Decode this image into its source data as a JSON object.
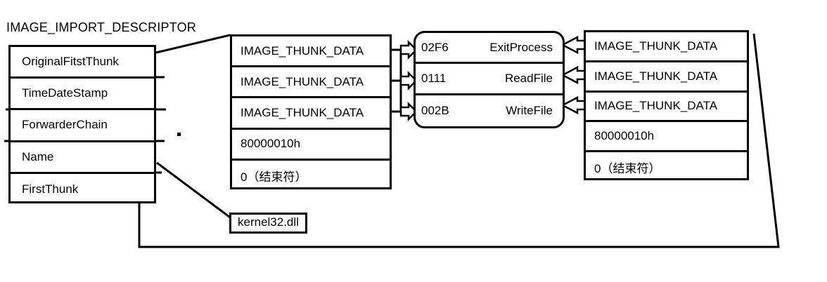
{
  "diagram": {
    "title": "IMAGE_IMPORT_DESCRIPTOR",
    "dll_label": "kernel32.dll",
    "stroke_color": "#000000",
    "background_color": "#ffffff"
  },
  "import_descriptor": {
    "name": "IMAGE_IMPORT_DESCRIPTOR",
    "fields": [
      {
        "label": "OriginalFitstThunk"
      },
      {
        "label": "TimeDateStamp"
      },
      {
        "label": "ForwarderChain"
      },
      {
        "label": "Name"
      },
      {
        "label": "FirstThunk"
      }
    ]
  },
  "original_first_thunk_array": {
    "entries": [
      {
        "label": "IMAGE_THUNK_DATA"
      },
      {
        "label": "IMAGE_THUNK_DATA"
      },
      {
        "label": "IMAGE_THUNK_DATA"
      },
      {
        "label": "80000010h"
      },
      {
        "label": "0（结束符）"
      }
    ]
  },
  "first_thunk_array": {
    "entries": [
      {
        "label": "IMAGE_THUNK_DATA"
      },
      {
        "label": "IMAGE_THUNK_DATA"
      },
      {
        "label": "IMAGE_THUNK_DATA"
      },
      {
        "label": "80000010h"
      },
      {
        "label": "0（结束符）"
      }
    ]
  },
  "import_by_name_table": {
    "rows": [
      {
        "hint": "02F6",
        "function": "ExitProcess"
      },
      {
        "hint": "0111",
        "function": "ReadFile"
      },
      {
        "hint": "002B",
        "function": "WriteFile"
      }
    ]
  }
}
